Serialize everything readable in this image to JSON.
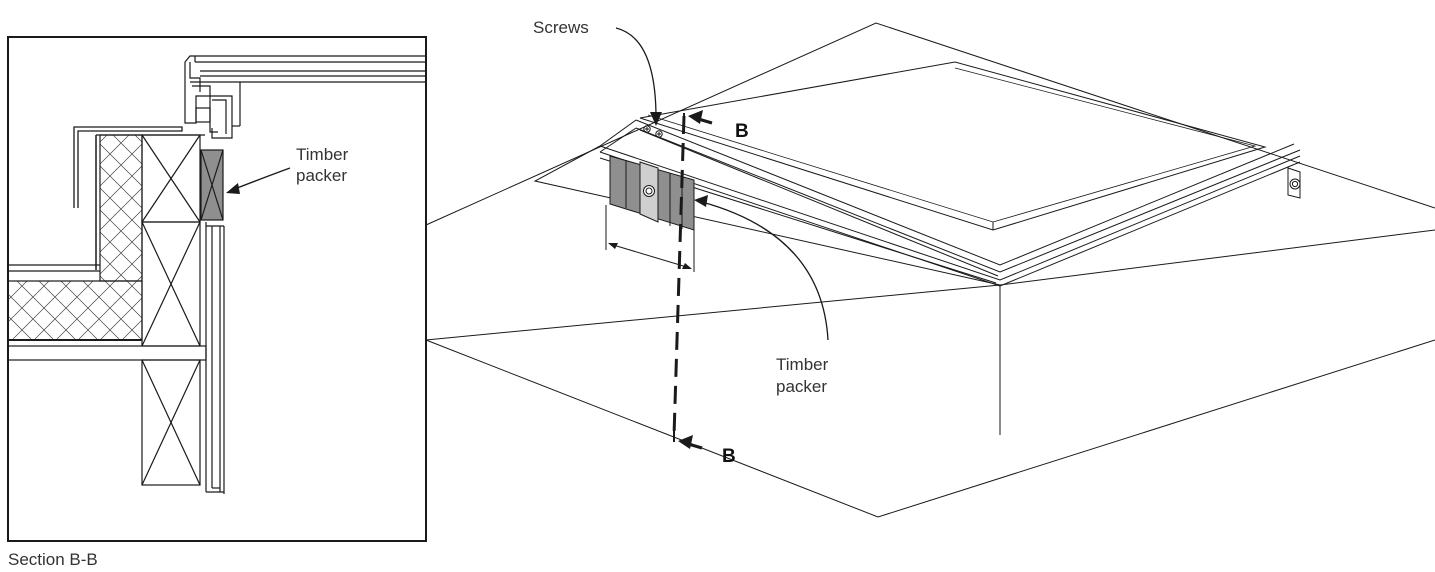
{
  "section_view": {
    "caption": "Section B-B",
    "label_line1": "Timber",
    "label_line2": "packer"
  },
  "iso_view": {
    "screws_label": "Screws",
    "section_marker_top": "B",
    "section_marker_bottom": "B",
    "packer_label_line1": "Timber",
    "packer_label_line2": "packer"
  },
  "colors": {
    "line": "#1a1a1a",
    "packer_fill": "#8f8f8f",
    "packer_fill_light": "#bdbdbd",
    "text": "#333333"
  }
}
